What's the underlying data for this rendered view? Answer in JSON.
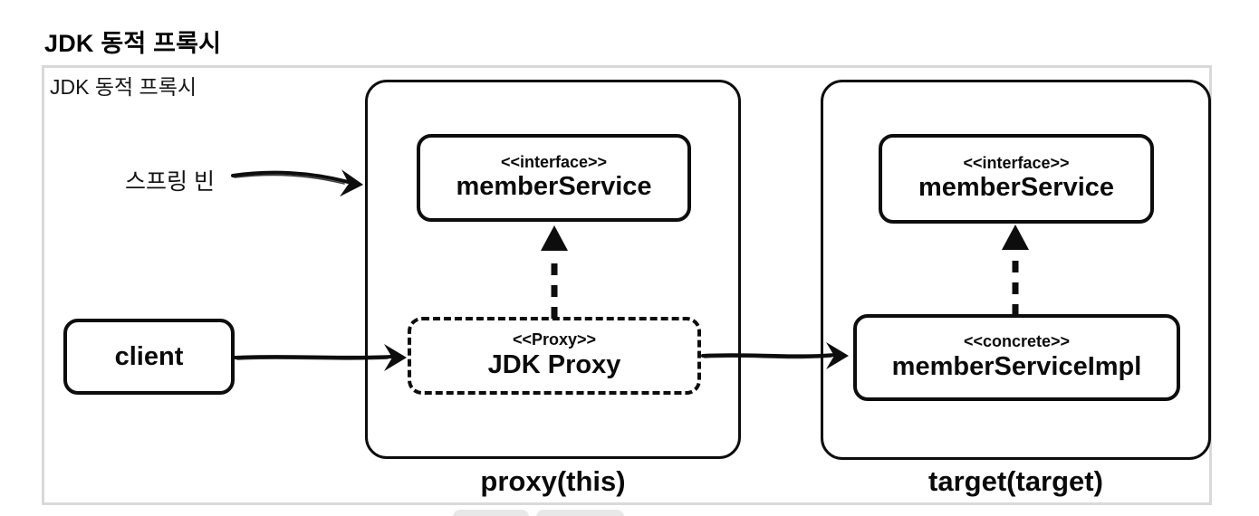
{
  "page": {
    "title": "JDK 동적 프록시"
  },
  "diagram": {
    "frame_label": "JDK 동적 프록시",
    "spring_bean_label": "스프링 빈",
    "client": {
      "label": "client"
    },
    "proxy_group": {
      "caption": "proxy(this)",
      "interface_box": {
        "stereotype": "<<interface>>",
        "name": "memberService"
      },
      "proxy_box": {
        "stereotype": "<<Proxy>>",
        "name": "JDK Proxy"
      }
    },
    "target_group": {
      "caption": "target(target)",
      "interface_box": {
        "stereotype": "<<interface>>",
        "name": "memberService"
      },
      "concrete_box": {
        "stereotype": "<<concrete>>",
        "name": "memberServiceImpl"
      }
    },
    "arrows": {
      "spring_bean_to_proxy_container": "solid-sketch",
      "client_to_jdk_proxy": "solid-sketch",
      "jdk_proxy_to_member_service_impl": "solid-sketch",
      "jdk_proxy_realizes_member_service": "dashed-triangle-up",
      "member_service_impl_realizes_member_service": "dashed-triangle-up"
    },
    "colors": {
      "ink": "#0d0d0d",
      "frame_border": "#d9d9d9",
      "background": "#ffffff",
      "bottom_button_gray": "#e8e8e8"
    }
  }
}
